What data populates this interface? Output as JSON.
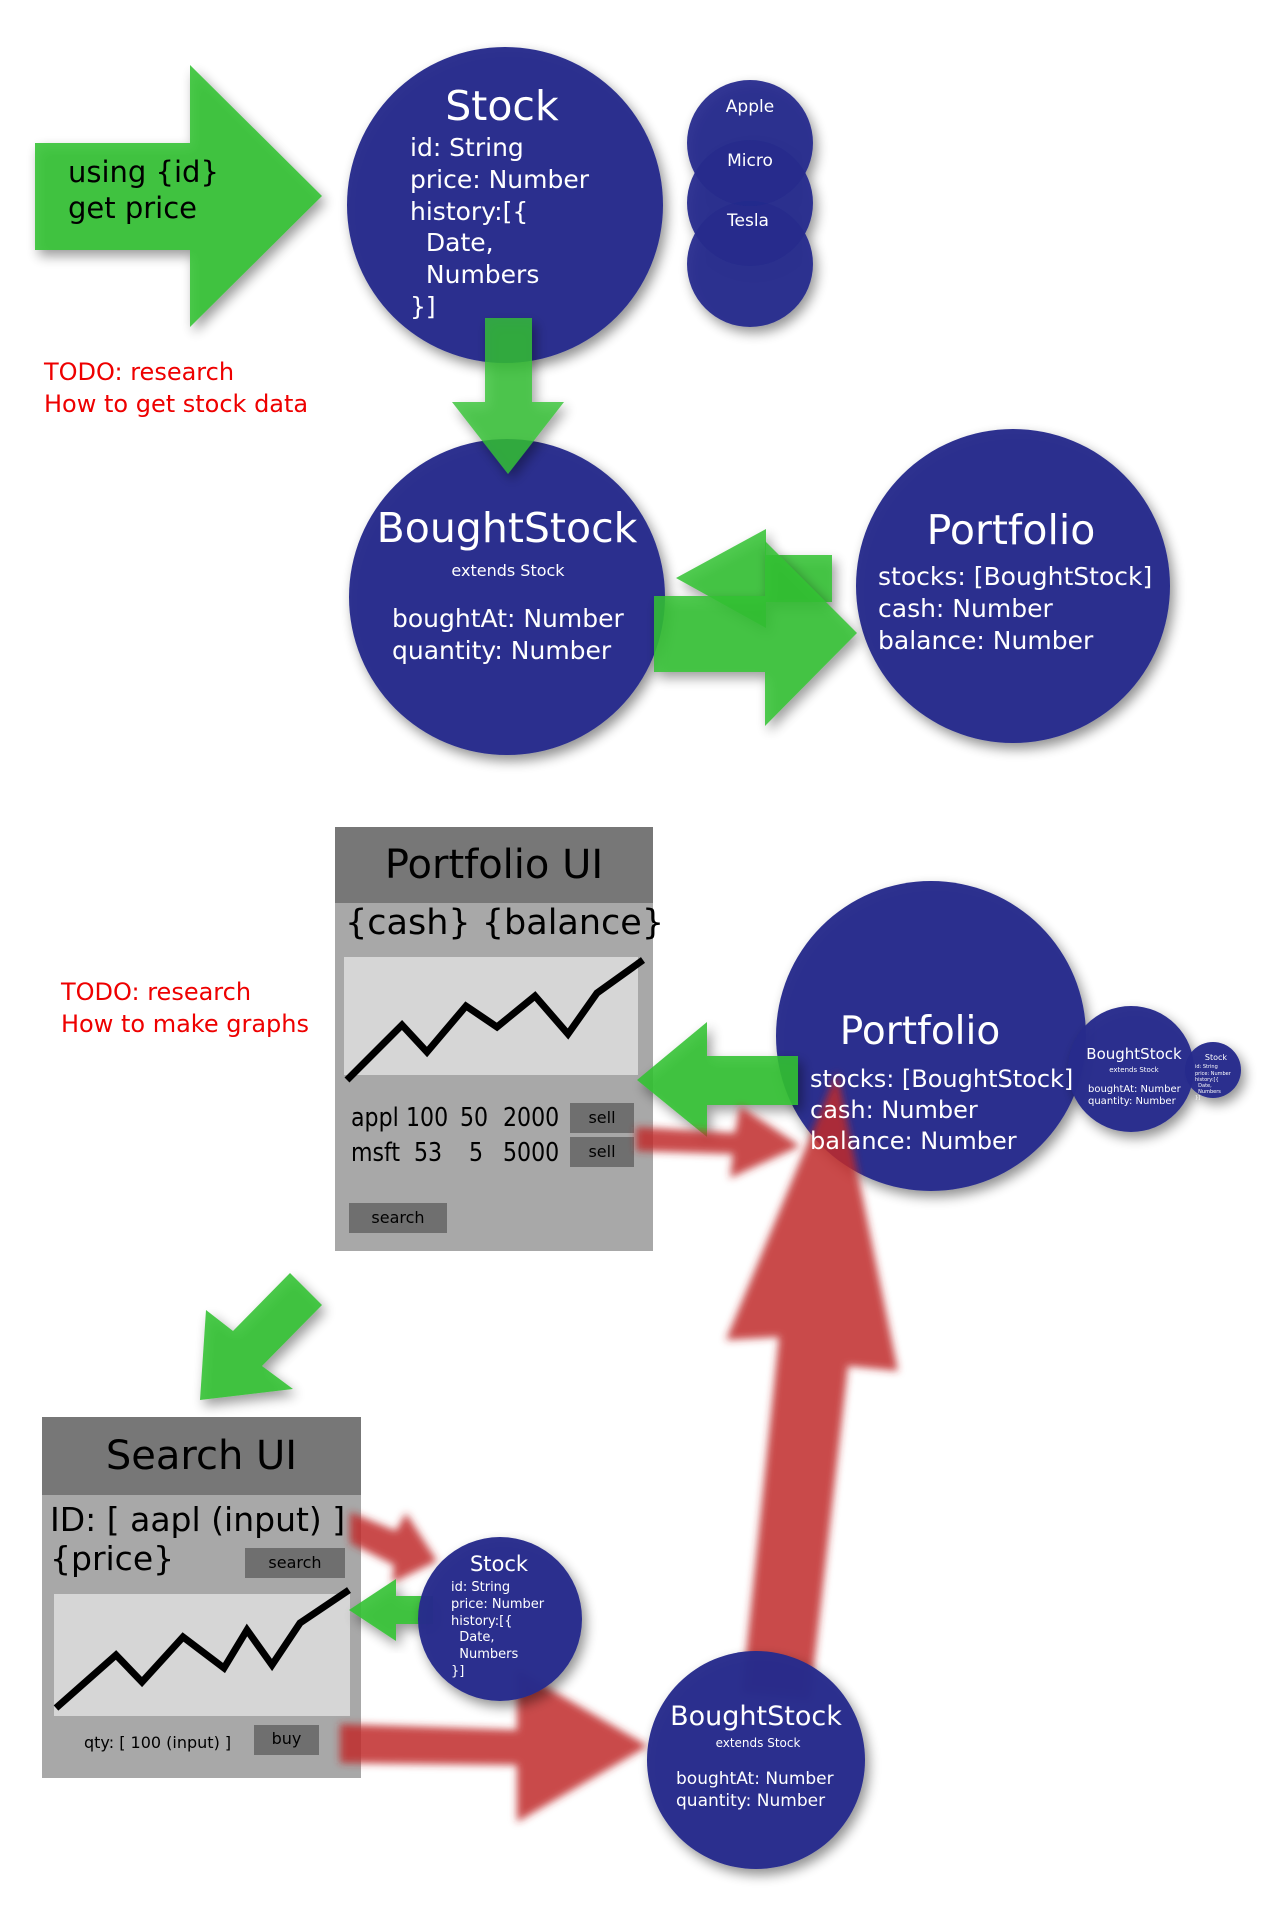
{
  "colors": {
    "node_fill": "#252a8c",
    "node_text": "#ffffff",
    "green_arrow": "#33c233",
    "red_arrow": "#bf2a2a",
    "todo_text": "#ee0000",
    "panel_bg": "#a8a8a8",
    "panel_header": "#777777",
    "panel_button": "#6f6f6f",
    "graph_bg": "#d6d6d6"
  },
  "top": {
    "arrow_label": [
      "using {id}",
      "get price"
    ],
    "todo": [
      "TODO: research",
      "How to get stock data"
    ],
    "stock": {
      "title": "Stock",
      "fields": [
        "id: String",
        "price: Number",
        "history:[{",
        "  Date,",
        "  Numbers",
        "}]"
      ]
    },
    "examples": [
      "Apple",
      "Micro",
      "Tesla"
    ],
    "bought": {
      "title": "BoughtStock",
      "subtitle": "extends Stock",
      "fields": [
        "boughtAt: Number",
        "quantity: Number"
      ]
    },
    "portfolio": {
      "title": "Portfolio",
      "fields": [
        "stocks: [BoughtStock]",
        "cash: Number",
        "balance: Number"
      ]
    }
  },
  "portfolio_ui": {
    "title": "Portfolio UI",
    "summary": "{cash} {balance}",
    "rows": [
      {
        "sym": "appl",
        "a": "100",
        "b": "50",
        "c": "2000",
        "action": "sell"
      },
      {
        "sym": "msft",
        "a": "53",
        "b": "5",
        "c": "5000",
        "action": "sell"
      }
    ],
    "search_button": "search"
  },
  "todo_graphs": [
    "TODO: research",
    "How to make graphs"
  ],
  "portfolio2": {
    "title": "Portfolio",
    "fields": [
      "stocks: [BoughtStock]",
      "cash: Number",
      "balance: Number"
    ]
  },
  "mini_bought": {
    "title": "BoughtStock",
    "subtitle": "extends Stock",
    "fields": [
      "boughtAt: Number",
      "quantity: Number"
    ]
  },
  "tiny_stock": {
    "title": "Stock",
    "fields": [
      "id: String",
      "price: Number",
      "history:[{",
      "  Date,",
      "  Numbers",
      "}]"
    ]
  },
  "search_ui": {
    "title": "Search UI",
    "id_line": "ID: [ aapl (input) ]",
    "price": "{price}",
    "search_button": "search",
    "qty": "qty: [ 100 (input) ]",
    "buy_button": "buy"
  },
  "stock2": {
    "title": "Stock",
    "fields": [
      "id: String",
      "price: Number",
      "history:[{",
      "  Date,",
      "  Numbers",
      "}]"
    ]
  },
  "bought2": {
    "title": "BoughtStock",
    "subtitle": "extends Stock",
    "fields": [
      "boughtAt: Number",
      "quantity: Number"
    ]
  }
}
